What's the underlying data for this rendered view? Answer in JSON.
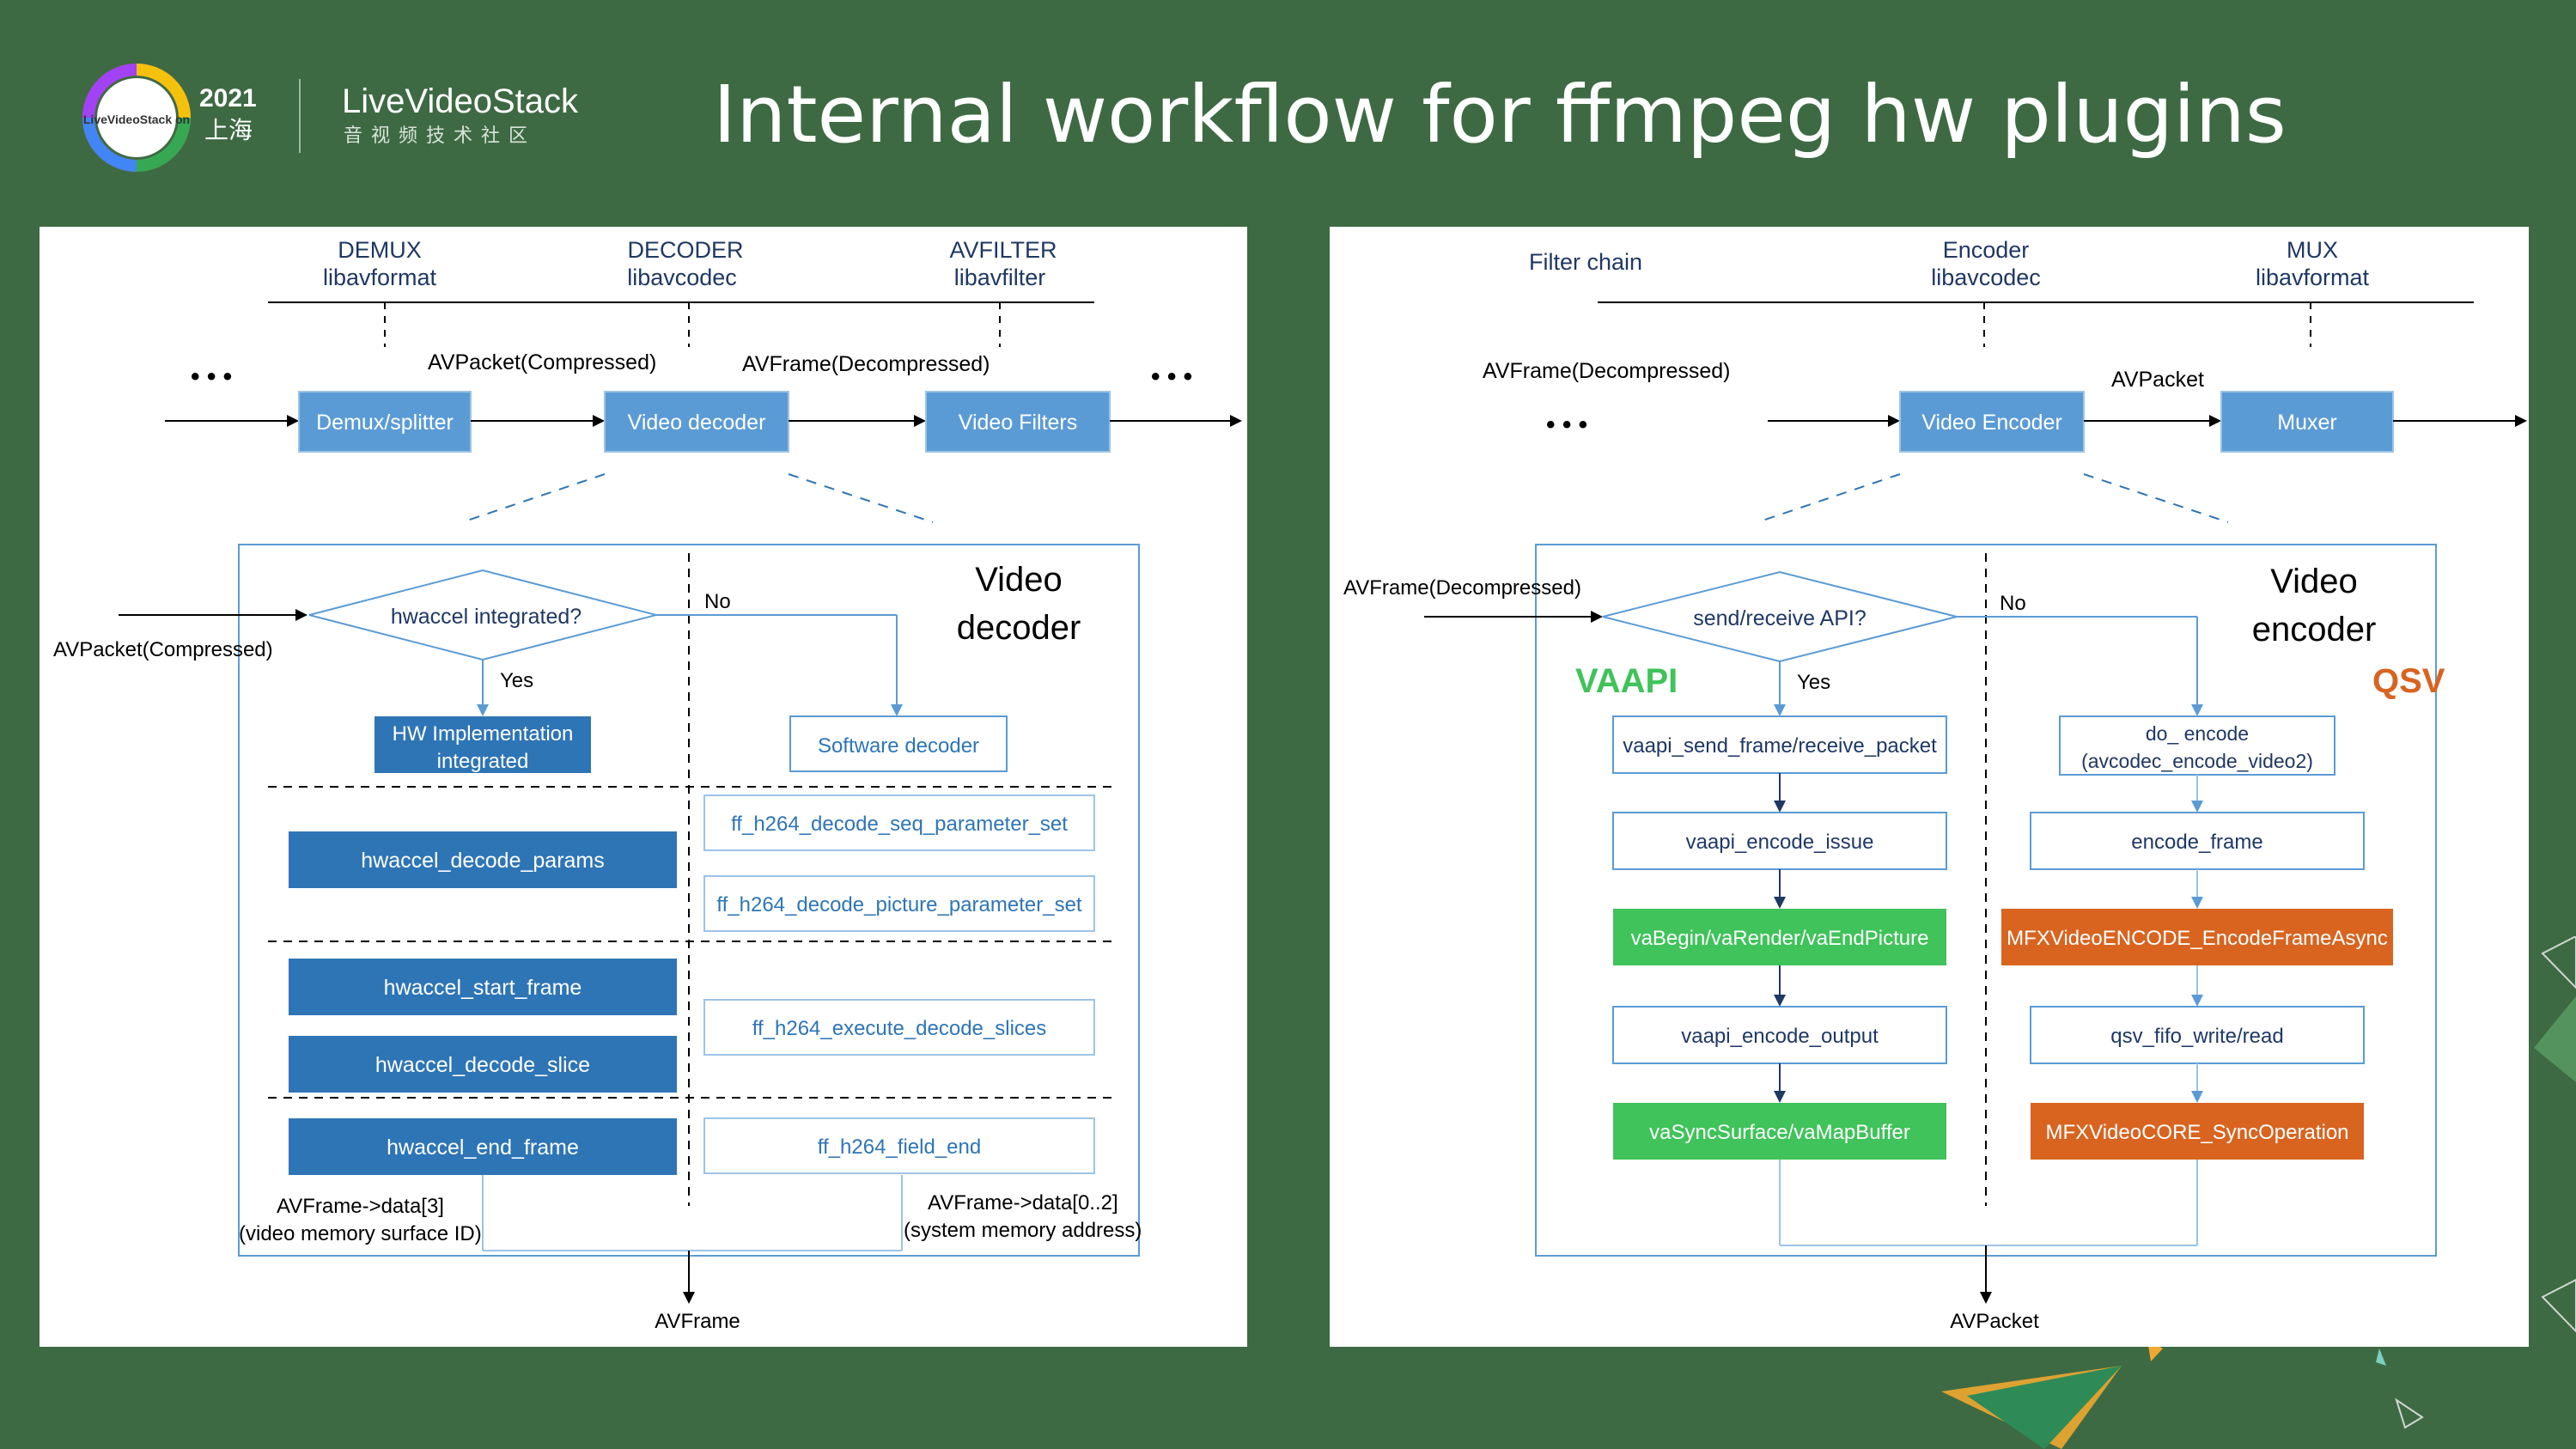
{
  "header": {
    "title": "Internal workflow for ffmpeg hw plugins",
    "logo_year": "2021",
    "logo_city": "上海",
    "logo_badge": "LiveVideoStack on",
    "brand": "LiveVideoStack",
    "brand_sub": "音视频技术社区"
  },
  "left": {
    "stages": [
      {
        "name": "DEMUX",
        "lib": "libavformat"
      },
      {
        "name": "DECODER",
        "lib": "libavcodec"
      },
      {
        "name": "AVFILTER",
        "lib": "libavfilter"
      }
    ],
    "ellipsis": "• • •",
    "avpacket_label": "AVPacket(Compressed)",
    "avframe_label": "AVFrame(Decompressed)",
    "pipeline": [
      "Demux/splitter",
      "Video decoder",
      "Video Filters"
    ],
    "panel_title_line1": "Video",
    "panel_title_line2": "decoder",
    "input_label": "AVPacket(Compressed)",
    "decision": "hwaccel integrated?",
    "no_label": "No",
    "yes_label": "Yes",
    "hw_impl_line1": "HW Implementation",
    "hw_impl_line2": "integrated",
    "software_decoder": "Software decoder",
    "hw_steps": [
      "hwaccel_decode_params",
      "hwaccel_start_frame",
      "hwaccel_decode_slice",
      "hwaccel_end_frame"
    ],
    "sw_steps": [
      "ff_h264_decode_seq_parameter_set",
      "ff_h264_decode_picture_parameter_set",
      "ff_h264_execute_decode_slices",
      "ff_h264_field_end"
    ],
    "hw_out_line1": "AVFrame->data[3]",
    "hw_out_line2": "(video memory surface ID)",
    "sw_out_line1": "AVFrame->data[0..2]",
    "sw_out_line2": "(system memory address)",
    "output": "AVFrame"
  },
  "right": {
    "stages": [
      {
        "name": "Filter chain",
        "lib": ""
      },
      {
        "name": "Encoder",
        "lib": "libavcodec"
      },
      {
        "name": "MUX",
        "lib": "libavformat"
      }
    ],
    "ellipsis": "• • •",
    "avframe_label": "AVFrame(Decompressed)",
    "avpacket_label": "AVPacket",
    "pipeline": [
      "Video Encoder",
      "Muxer"
    ],
    "panel_title_line1": "Video",
    "panel_title_line2": "encoder",
    "input_label": "AVFrame(Decompressed)",
    "decision": "send/receive API?",
    "no_label": "No",
    "yes_label": "Yes",
    "vaapi_label": "VAAPI",
    "qsv_label": "QSV",
    "vaapi_steps": [
      "vaapi_send_frame/receive_packet",
      "vaapi_encode_issue",
      "vaBegin/vaRender/vaEndPicture",
      "vaapi_encode_output",
      "vaSyncSurface/vaMapBuffer"
    ],
    "qsv_first_line1": "do_ encode",
    "qsv_first_line2": "(avcodec_encode_video2)",
    "qsv_steps": [
      "encode_frame",
      "MFXVideoENCODE_EncodeFrameAsync",
      "qsv_fifo_write/read",
      "MFXVideoCORE_SyncOperation"
    ],
    "output": "AVPacket"
  },
  "colors": {
    "background": "#3e6a43",
    "blue_box": "#5b9bd5",
    "dark_blue_box": "#2e75b6",
    "green_box": "#3fc35a",
    "orange_box": "#d86420",
    "vaapi_text": "#3fc35a",
    "qsv_text": "#d86420"
  }
}
